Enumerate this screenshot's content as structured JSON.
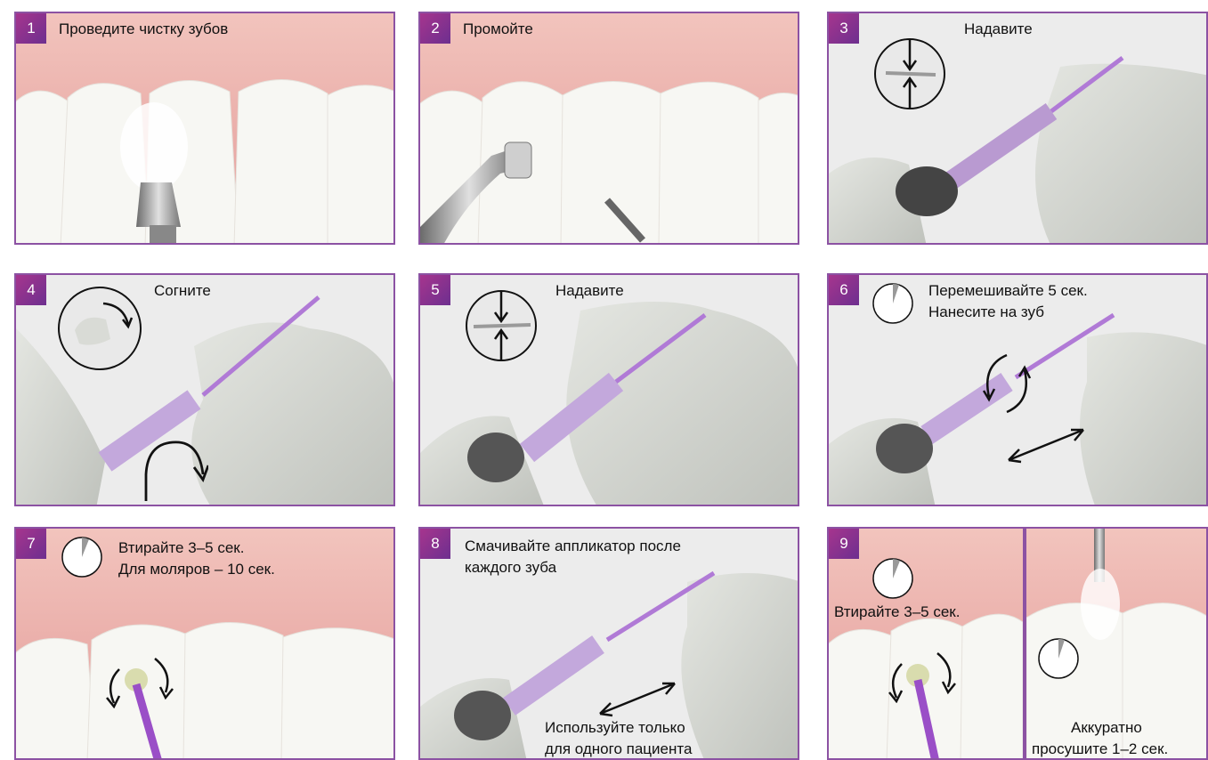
{
  "panels": [
    {
      "num": "1",
      "lines": [
        "Проведите чистку зубов"
      ]
    },
    {
      "num": "2",
      "lines": [
        "Промойте"
      ]
    },
    {
      "num": "3",
      "lines": [
        "Надавите"
      ]
    },
    {
      "num": "4",
      "lines": [
        "Согните"
      ]
    },
    {
      "num": "5",
      "lines": [
        "Надавите"
      ]
    },
    {
      "num": "6",
      "lines": [
        "Перемешивайте 5 сек.",
        "Нанесите на зуб"
      ]
    },
    {
      "num": "7",
      "lines": [
        "Втирайте 3–5 сек.",
        "Для моляров – 10 сек."
      ]
    },
    {
      "num": "8",
      "lines": [
        "Смачивайте аппликатор после",
        "каждого зуба"
      ],
      "bottom_lines": [
        "Используйте только",
        "для одного пациента"
      ]
    },
    {
      "num": "9",
      "lines": [
        "Втирайте 3–5 сек."
      ],
      "right_lines": [
        "Аккуратно",
        "просушите 1–2 сек."
      ]
    }
  ],
  "icons": {
    "timer": "stopwatch-icon",
    "press": "press-arrows-icon",
    "bend": "bend-arrow-icon",
    "rotate": "rotate-arrows-icon",
    "move": "double-arrow-icon"
  },
  "colors": {
    "border": "#8c52a3",
    "badge": "#a6358e",
    "gum": "#e8a7a4",
    "glove": "#d9dbd6",
    "applicator": "#b07ad6"
  }
}
